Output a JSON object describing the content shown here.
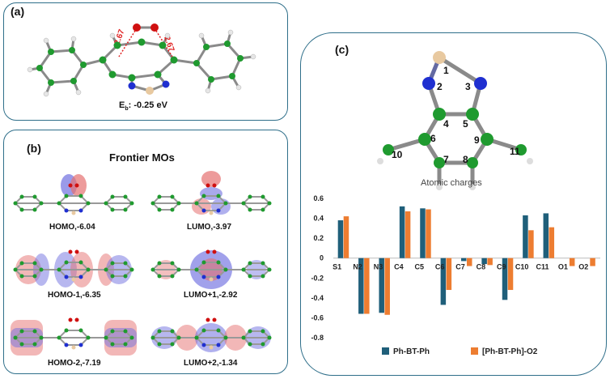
{
  "panel_a": {
    "label": "(a)",
    "dist_left": "2.67",
    "dist_right": "2.67",
    "binding_energy": "E",
    "binding_energy_sub": "b",
    "binding_energy_value": ": -0.25 eV"
  },
  "panel_b": {
    "label": "(b)",
    "title": "Frontier MOs",
    "orbitals": [
      "HOMO,-6.04",
      "LUMO,-3.97",
      "HOMO-1,-6.35",
      "LUMO+1,-2.92",
      "HOMO-2,-7.19",
      "LUMO+2,-1.34"
    ]
  },
  "panel_c": {
    "label": "(c)",
    "atom_numbers": [
      "1",
      "2",
      "3",
      "4",
      "5",
      "6",
      "7",
      "8",
      "9",
      "10",
      "11"
    ],
    "structure_caption": "Atomic charges"
  },
  "colors": {
    "series1": "#1f5f7a",
    "series2": "#ed7d31",
    "panel_border": "#2f6f8a",
    "carbon": "#1f9a2f",
    "nitrogen": "#1f2fd0",
    "sulfur": "#e8c9a0",
    "oxygen": "#d01010"
  },
  "chart_data": {
    "type": "bar",
    "title": "",
    "categories": [
      "S1",
      "N2",
      "N3",
      "C4",
      "C5",
      "C6",
      "C7",
      "C8",
      "C9",
      "C10",
      "C11",
      "O1",
      "O2"
    ],
    "series": [
      {
        "name": "Ph-BT-Ph",
        "values": [
          0.38,
          -0.56,
          -0.55,
          0.52,
          0.5,
          -0.47,
          -0.03,
          -0.06,
          -0.42,
          0.43,
          0.45,
          0.0,
          0.0
        ]
      },
      {
        "name": "[Ph-BT-Ph]-O2",
        "values": [
          0.42,
          -0.56,
          -0.57,
          0.47,
          0.49,
          -0.32,
          -0.08,
          -0.07,
          -0.32,
          0.28,
          0.31,
          -0.08,
          -0.08
        ]
      }
    ],
    "ylim": [
      -0.8,
      0.6
    ],
    "yticks": [
      "0.6",
      "0.4",
      "0.2",
      "0",
      "-0.2",
      "-0.4",
      "-0.6",
      "-0.8"
    ],
    "ytick_values": [
      0.6,
      0.4,
      0.2,
      0,
      -0.2,
      -0.4,
      -0.6,
      -0.8
    ],
    "grid": false,
    "legend": "bottom"
  }
}
